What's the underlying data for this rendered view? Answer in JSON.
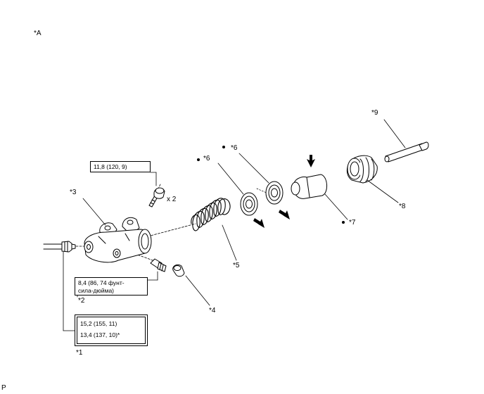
{
  "labels": {
    "view": "*A",
    "c1": "*1",
    "c2": "*2",
    "c3": "*3",
    "c4": "*4",
    "c5": "*5",
    "c6a": "*6",
    "c6b": "*6",
    "c7": "*7",
    "c8": "*8",
    "c9": "*9",
    "qty": "x 2",
    "corner": "P"
  },
  "torque": {
    "bolt": "11,8 (120, 9)",
    "bleeder_line1": "8,4 (86, 74 фунт-",
    "bleeder_line2": "сила-дюйма)",
    "line_nut_1": "15,2 (155, 11)",
    "line_nut_2": "13,4 (137, 10)*"
  }
}
